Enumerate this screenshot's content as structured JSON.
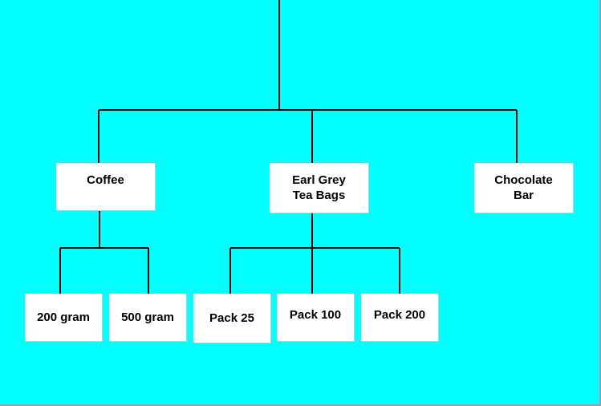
{
  "theme": {
    "background": "#00ffff",
    "node_fill": "#ffffff",
    "line_color": "#000000"
  },
  "tree": {
    "level1": [
      {
        "label": "Coffee"
      },
      {
        "label": "Earl Grey\nTea Bags"
      },
      {
        "label": "Chocolate\nBar"
      }
    ],
    "coffee_children": [
      {
        "label": "200 gram"
      },
      {
        "label": "500 gram"
      }
    ],
    "tea_children": [
      {
        "label": "Pack 25"
      },
      {
        "label": "Pack 100"
      },
      {
        "label": "Pack 200"
      }
    ]
  }
}
